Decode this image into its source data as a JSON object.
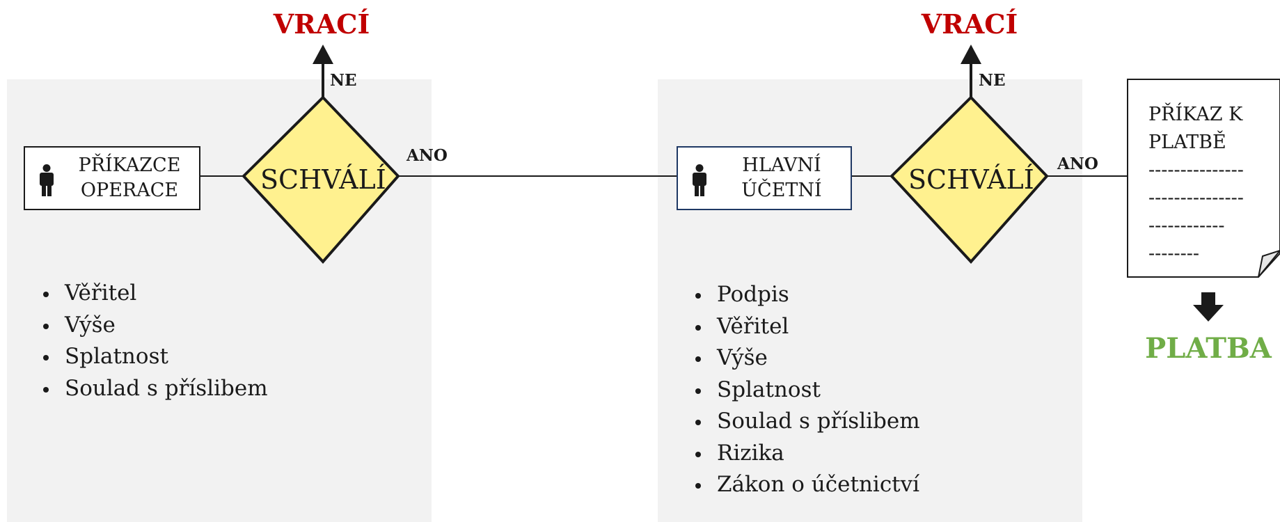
{
  "colors": {
    "returns": "#c00000",
    "payment": "#70ad47",
    "decision_fill": "#fff18f",
    "panel_bg": "#f2f2f2",
    "right_role_border": "#1f3864"
  },
  "left_stage": {
    "role": {
      "line1": "PŘÍKAZCE",
      "line2": "OPERACE",
      "icon": "person-icon"
    },
    "decision": {
      "label": "SCHVÁLÍ",
      "no_label": "NE",
      "yes_label": "ANO",
      "rejected_label": "VRACÍ"
    },
    "checks": [
      "Věřitel",
      "Výše",
      "Splatnost",
      "Soulad s příslibem"
    ]
  },
  "right_stage": {
    "role": {
      "line1": "HLAVNÍ",
      "line2": "ÚČETNÍ",
      "icon": "person-icon"
    },
    "decision": {
      "label": "SCHVÁLÍ",
      "no_label": "NE",
      "yes_label": "ANO",
      "rejected_label": "VRACÍ"
    },
    "checks": [
      "Podpis",
      "Věřitel",
      "Výše",
      "Splatnost",
      "Soulad s příslibem",
      "Rizika",
      "Zákon o účetnictví"
    ]
  },
  "payment_order": {
    "title_line1": "PŘÍKAZ K",
    "title_line2": "PLATBĚ",
    "dash_lines": [
      "---------------",
      "---------------",
      "------------",
      "--------"
    ],
    "result": "PLATBA",
    "result_icon": "down-arrow-icon"
  }
}
